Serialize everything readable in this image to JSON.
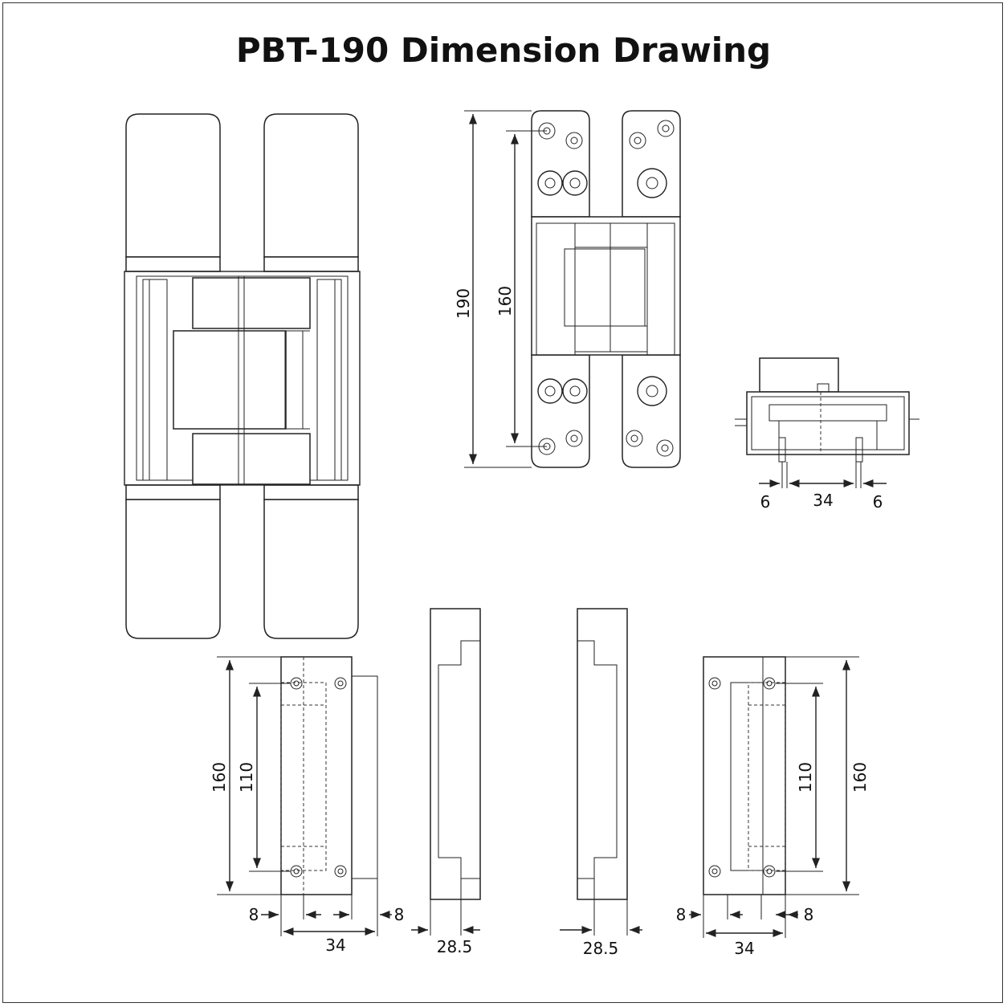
{
  "title": "PBT-190 Dimension Drawing",
  "dimensions": {
    "front_total_height": "190",
    "front_hole_spacing": "160",
    "side_left_offset": "6",
    "side_body_width": "34",
    "side_right_offset": "6",
    "mortise_left": {
      "height": "160",
      "hole_spacing": "110",
      "left_offset": "8",
      "right_offset": "8",
      "width": "34"
    },
    "profile_left_depth": "28.5",
    "profile_right_depth": "28.5",
    "mortise_right": {
      "height": "160",
      "hole_spacing": "110",
      "left_offset": "8",
      "right_offset": "8",
      "width": "34"
    }
  }
}
